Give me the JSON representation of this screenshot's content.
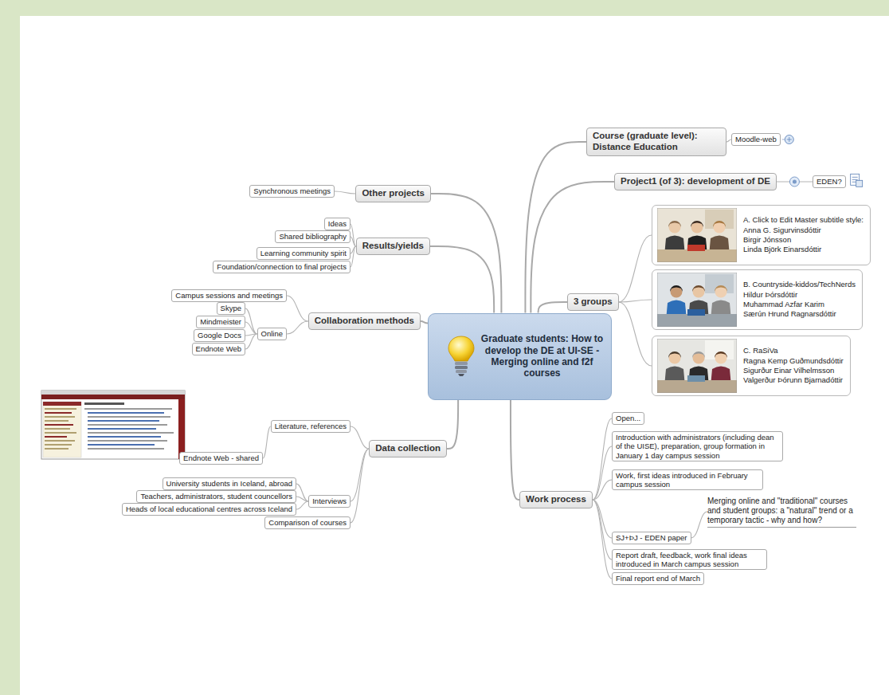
{
  "diagram": {
    "nodes": [
      {
        "text": [
          "Graduate students: How to develop the DE at UI-SE - Merging online and f2f courses"
        ]
      },
      {
        "text": [
          "Course (graduate level): Distance Education"
        ]
      },
      {
        "text": [
          "Moodle-web"
        ]
      },
      {
        "text": [
          "Project1 (of 3): development of DE"
        ]
      },
      {
        "text": [
          "EDEN?"
        ]
      },
      {
        "text": [
          "3 groups"
        ]
      },
      {
        "text": [
          "A. Click to Edit Master subtitle style:",
          "Anna G. Sigurvinsdóttir",
          "Birgir Jónsson",
          "Linda Björk Einarsdóttir"
        ]
      },
      {
        "text": [
          "B. Countryside-kiddos/TechNerds",
          "Hildur Þórsdóttir",
          "Muhammad Azfar Karim",
          "Særún Hrund Ragnarsdóttir"
        ]
      },
      {
        "text": [
          "C. RaSiVa",
          "Ragna Kemp Guðmundsdóttir",
          "Sigurður Einar Vilhelmsson",
          "Valgerður Þórunn Bjarnadóttir"
        ]
      },
      {
        "text": [
          "Work process"
        ]
      },
      {
        "text": [
          "Open..."
        ]
      },
      {
        "text": [
          "Introduction with administrators (including dean of the UISE), preparation, group formation in January 1 day campus session"
        ]
      },
      {
        "text": [
          "Work, first ideas introduced in February campus session"
        ]
      },
      {
        "text": [
          "Merging online and \"traditional\" courses and student groups: a \"natural\" trend or a temporary tactic - why and how?"
        ]
      },
      {
        "text": [
          "SJ+ÞJ - EDEN paper"
        ]
      },
      {
        "text": [
          "Report draft, feedback, work final ideas introduced in March campus session"
        ]
      },
      {
        "text": [
          "Final report end of March"
        ]
      },
      {
        "text": [
          "Data collection"
        ]
      },
      {
        "text": [
          "Literature, references"
        ]
      },
      {
        "text": [
          "Endnote Web - shared"
        ]
      },
      {
        "text": [
          "Interviews"
        ]
      },
      {
        "text": [
          "University students in Iceland, abroad"
        ]
      },
      {
        "text": [
          "Teachers, administrators, student councellors"
        ]
      },
      {
        "text": [
          "Heads of local educational centres across Iceland"
        ]
      },
      {
        "text": [
          "Comparison of courses"
        ]
      },
      {
        "text": [
          "Collaboration methods"
        ]
      },
      {
        "text": [
          "Campus sessions and meetings"
        ]
      },
      {
        "text": [
          "Online"
        ]
      },
      {
        "text": [
          "Skype"
        ]
      },
      {
        "text": [
          "Mindmeister"
        ]
      },
      {
        "text": [
          "Google Docs"
        ]
      },
      {
        "text": [
          "Endnote Web"
        ]
      },
      {
        "text": [
          "Results/yields"
        ]
      },
      {
        "text": [
          "Ideas"
        ]
      },
      {
        "text": [
          "Shared bibliography"
        ]
      },
      {
        "text": [
          "Learning community spirit"
        ]
      },
      {
        "text": [
          "Foundation/connection to final projects"
        ]
      },
      {
        "text": [
          "Other projects"
        ]
      },
      {
        "text": [
          "Synchronous meetings"
        ]
      }
    ],
    "edges": [
      {
        "from": 0,
        "to": 1,
        "arrow": "none"
      },
      {
        "from": 1,
        "to": 2,
        "arrow": "none"
      },
      {
        "from": 0,
        "to": 3,
        "arrow": "none"
      },
      {
        "from": 3,
        "to": 4,
        "arrow": "none"
      },
      {
        "from": 0,
        "to": 5,
        "arrow": "none"
      },
      {
        "from": 5,
        "to": 6,
        "arrow": "none"
      },
      {
        "from": 5,
        "to": 7,
        "arrow": "none"
      },
      {
        "from": 5,
        "to": 8,
        "arrow": "none"
      },
      {
        "from": 0,
        "to": 9,
        "arrow": "none"
      },
      {
        "from": 9,
        "to": 10,
        "arrow": "none"
      },
      {
        "from": 9,
        "to": 11,
        "arrow": "none"
      },
      {
        "from": 9,
        "to": 12,
        "arrow": "none"
      },
      {
        "from": 9,
        "to": 14,
        "arrow": "none"
      },
      {
        "from": 14,
        "to": 13,
        "arrow": "none"
      },
      {
        "from": 9,
        "to": 15,
        "arrow": "none"
      },
      {
        "from": 9,
        "to": 16,
        "arrow": "none"
      },
      {
        "from": 0,
        "to": 17,
        "arrow": "none"
      },
      {
        "from": 17,
        "to": 18,
        "arrow": "none"
      },
      {
        "from": 18,
        "to": 19,
        "arrow": "none"
      },
      {
        "from": 17,
        "to": 20,
        "arrow": "none"
      },
      {
        "from": 20,
        "to": 21,
        "arrow": "none"
      },
      {
        "from": 20,
        "to": 22,
        "arrow": "none"
      },
      {
        "from": 20,
        "to": 23,
        "arrow": "none"
      },
      {
        "from": 17,
        "to": 24,
        "arrow": "none"
      },
      {
        "from": 0,
        "to": 25,
        "arrow": "none"
      },
      {
        "from": 25,
        "to": 26,
        "arrow": "none"
      },
      {
        "from": 25,
        "to": 27,
        "arrow": "none"
      },
      {
        "from": 27,
        "to": 28,
        "arrow": "none"
      },
      {
        "from": 27,
        "to": 29,
        "arrow": "none"
      },
      {
        "from": 27,
        "to": 30,
        "arrow": "none"
      },
      {
        "from": 27,
        "to": 31,
        "arrow": "none"
      },
      {
        "from": 0,
        "to": 32,
        "arrow": "none"
      },
      {
        "from": 32,
        "to": 33,
        "arrow": "none"
      },
      {
        "from": 32,
        "to": 34,
        "arrow": "none"
      },
      {
        "from": 32,
        "to": 35,
        "arrow": "none"
      },
      {
        "from": 32,
        "to": 36,
        "arrow": "none"
      },
      {
        "from": 0,
        "to": 37,
        "arrow": "none"
      },
      {
        "from": 37,
        "to": 38,
        "arrow": "none"
      }
    ]
  }
}
